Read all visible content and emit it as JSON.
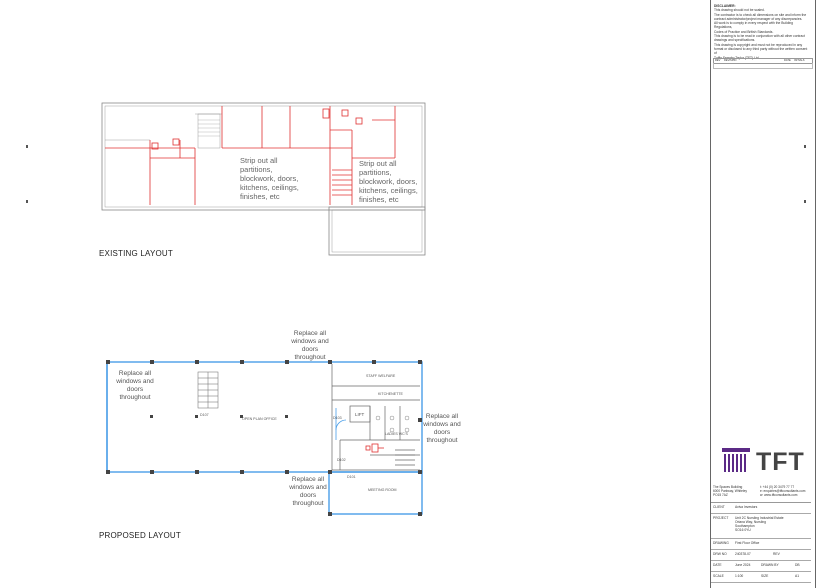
{
  "existing": {
    "heading": "EXISTING LAYOUT",
    "strip_note_1": [
      "Strip out all",
      "partitions,",
      "blockwork, doors,",
      "kitchens, ceilings,",
      "finishes, etc"
    ],
    "strip_note_2": [
      "Strip out all",
      "partitions,",
      "blockwork, doors,",
      "kitchens, ceilings,",
      "finishes, etc"
    ]
  },
  "proposed": {
    "heading": "PROPOSED LAYOUT",
    "note_top": [
      "Replace all",
      "windows and",
      "doors",
      "throughout"
    ],
    "note_left": [
      "Replace all",
      "windows and",
      "doors",
      "throughout"
    ],
    "note_right": [
      "Replace all",
      "windows and",
      "doors",
      "throughout"
    ],
    "note_bottom": [
      "Replace all",
      "windows and",
      "doors",
      "throughout"
    ],
    "rooms": {
      "open_plan": "OPEN PLAN OFFICE",
      "staff_welfare": "STAFF WELFARE",
      "kitchenette": "KITCHENETTE",
      "lift": "LIFT",
      "meeting_room": "MEETING ROOM",
      "ladies_wcs": "LADIES WC'S",
      "d107": "D107",
      "d103": "D103",
      "d102": "D102",
      "d101": "D101"
    }
  },
  "title_block": {
    "disclaimer_heading": "DISCLAIMER:",
    "disclaimer_lines": [
      "This drawing should not be scaled.",
      "The contractor is to check all dimensions on site and inform the",
      "contract administrator/project manager of any discrepancies.",
      "All work is to comply in every respect with the Building Regulations,",
      "Codes of Practice and British Standards.",
      "This drawing is to be read in conjunction with all other contract",
      "drawings and specifications.",
      "This drawing is copyright and must not be reproduced in any",
      "format or disclosed to any third party without the written consent of",
      "Tuffin Ferraby Taylor (TFT) Ltd."
    ],
    "rev_headers": [
      "REV",
      "REVISION",
      "DATE",
      "INITIALS"
    ],
    "logo": "TFT",
    "address": [
      "The Spaces Building",
      "6000 Parkway, Whiteley",
      "PO15 7AZ"
    ],
    "contact": [
      "t: +44 (0) 20 3479 77 77",
      "e: enquiries@tftconsultants.com",
      "w: www.tftconsultants.com"
    ],
    "client_label": "CLIENT",
    "client": "Aviva Investors",
    "project_label": "PROJECT",
    "project": [
      "Unit 2C Nursling Industrial Estate",
      "Oriana Way, Nursling",
      "Southampton",
      "SO16 0YU"
    ],
    "drawing_label": "DRAWING",
    "drawing": "First Floor Office",
    "dwg_no_label": "DRW NO",
    "dwg_no": "240378-07",
    "rev_label": "REV",
    "rev": "",
    "date_label": "DATE",
    "date": "June 2024",
    "drawn_by_label": "DRAWN BY",
    "drawn_by": "DB",
    "scale_label": "SCALE",
    "scale": "1:100",
    "size_label": "SIZE",
    "size": "A1"
  }
}
